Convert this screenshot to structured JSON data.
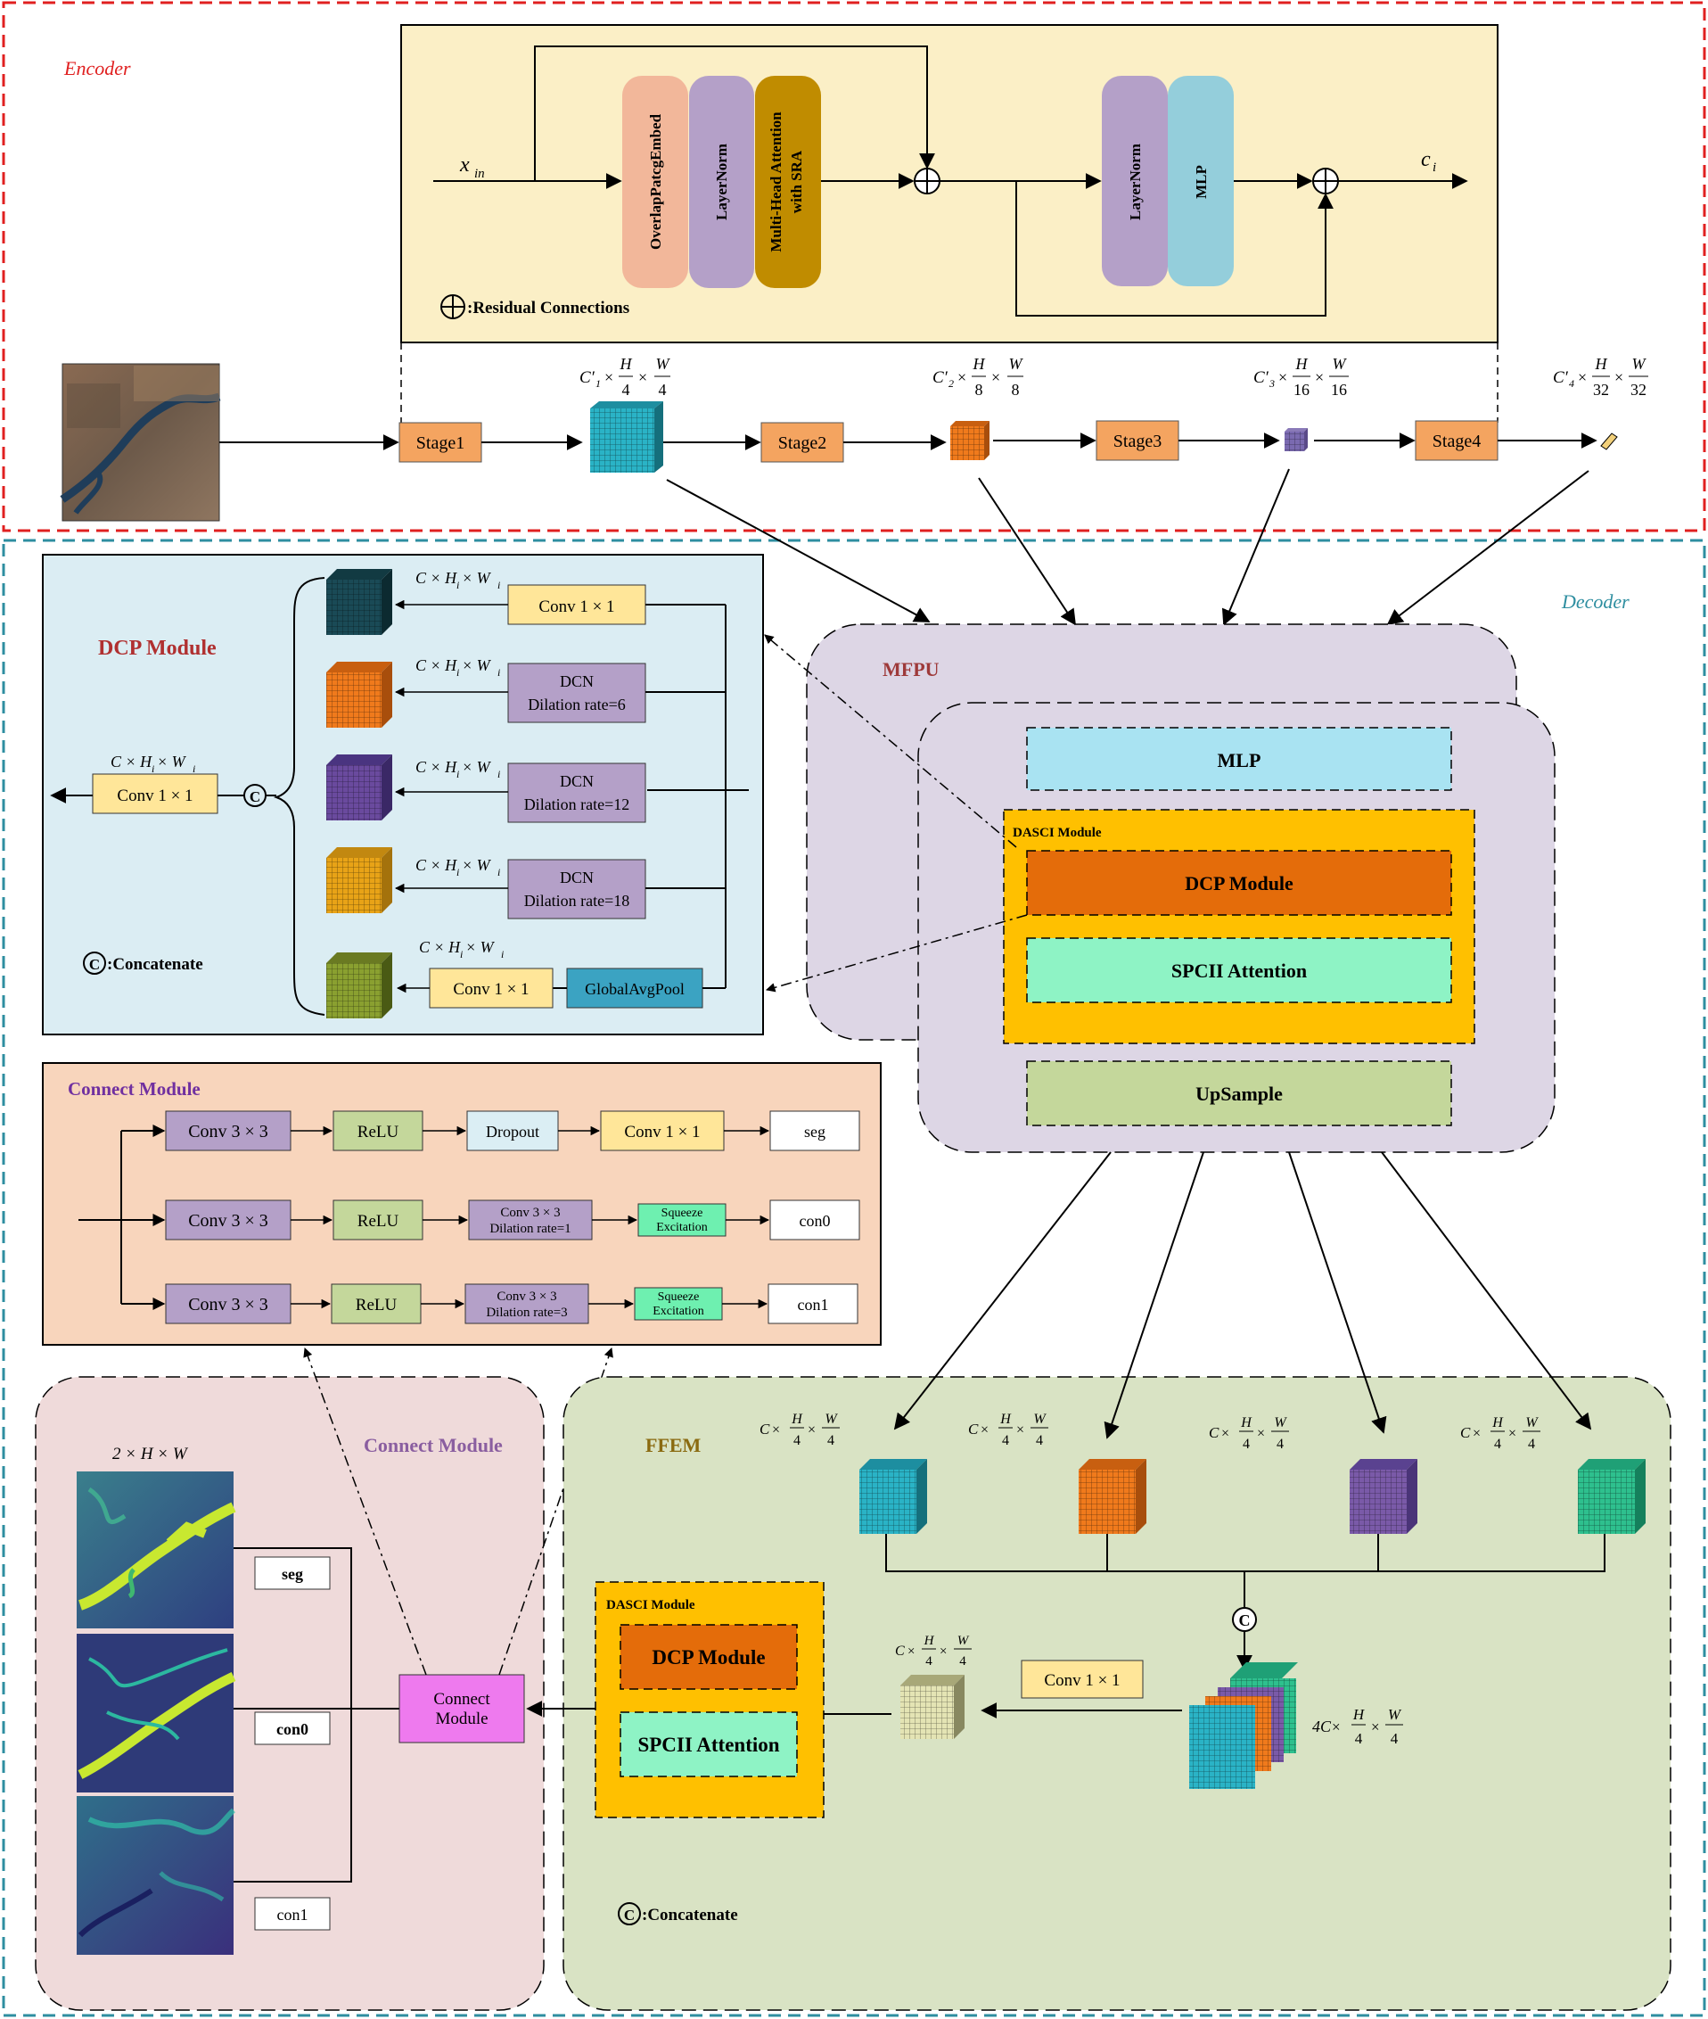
{
  "encoder": {
    "label": "Encoder",
    "x_in": "x",
    "x_in_sub": "in",
    "c_out": "c",
    "c_out_sub": "i",
    "blocks": {
      "overlap": "OverlapPatcgEmbed",
      "layernorm": "LayerNorm",
      "mha_line1": "Multi-Head Attention",
      "mha_line2": "with SRA",
      "layernorm2": "LayerNorm",
      "mlp": "MLP"
    },
    "residual_legend": ":Residual Connections",
    "stages": [
      "Stage1",
      "Stage2",
      "Stage3",
      "Stage4"
    ],
    "dims": [
      {
        "c": "C′",
        "sub": "1",
        "h": "H",
        "hd": "4",
        "w": "W",
        "wd": "4"
      },
      {
        "c": "C′",
        "sub": "2",
        "h": "H",
        "hd": "8",
        "w": "W",
        "wd": "8"
      },
      {
        "c": "C′",
        "sub": "3",
        "h": "H",
        "hd": "16",
        "w": "W",
        "wd": "16"
      },
      {
        "c": "C′",
        "sub": "4",
        "h": "H",
        "hd": "32",
        "w": "W",
        "wd": "32"
      }
    ]
  },
  "decoder": {
    "label": "Decoder"
  },
  "dcp": {
    "title": "DCP Module",
    "branches": [
      {
        "line1": "Conv  1 × 1",
        "line2": ""
      },
      {
        "line1": "DCN",
        "line2": "Dilation rate=6"
      },
      {
        "line1": "DCN",
        "line2": "Dilation rate=12"
      },
      {
        "line1": "DCN",
        "line2": "Dilation rate=18"
      },
      {
        "line1": "Conv  1 × 1",
        "line2": ""
      }
    ],
    "gap": "GlobalAvgPool",
    "out_conv": "Conv  1 × 1",
    "dim_c": "C × H",
    "dim_sub": "i",
    "dim_w": " × W",
    "concat_legend": ":Concatenate"
  },
  "mfpu": {
    "title": "MFPU",
    "mlp": "MLP",
    "dasci": "DASCI Module",
    "dcp": "DCP Module",
    "spcii": "SPCII Attention",
    "upsample": "UpSample"
  },
  "connect_detail": {
    "title": "Connect Module",
    "rows": [
      {
        "conv": "Conv 3 × 3",
        "relu": "ReLU",
        "mid1": "Dropout",
        "mid2": "",
        "last1": "Conv  1 × 1",
        "last2": "",
        "out": "seg"
      },
      {
        "conv": "Conv 3 × 3",
        "relu": "ReLU",
        "mid1": "Conv  3 × 3",
        "mid2": "Dilation rate=1",
        "last1": "Squeeze",
        "last2": "Excitation",
        "out": "con0"
      },
      {
        "conv": "Conv 3 × 3",
        "relu": "ReLU",
        "mid1": "Conv  3 × 3",
        "mid2": "Dilation rate=3",
        "last1": "Squeeze",
        "last2": "Excitation",
        "out": "con1"
      }
    ]
  },
  "connect_panel": {
    "title": "Connect Module",
    "dim": "2 × H × W",
    "outputs": [
      "seg",
      "con0",
      "con1"
    ],
    "block_line1": "Connect",
    "block_line2": "Module"
  },
  "ffem": {
    "title": "FFEM",
    "dim_c": "C",
    "dim_h": "H",
    "dim_w": "W",
    "dim_d": "4",
    "conv": "Conv  1 × 1",
    "concat_dim_c": "4C",
    "dasci": "DASCI Module",
    "dcp": "DCP Module",
    "spcii": "SPCII Attention",
    "concat_legend": ":Concatenate"
  },
  "colors": {
    "encoder_border": "#e02020",
    "decoder_border": "#2e8ea0",
    "block_fill": "#fbefc6",
    "stage": "#f4a460",
    "overlap": "#f2b79a",
    "layernorm": "#b4a0c8",
    "mha": "#c08c00",
    "mlp": "#94cedb",
    "dcp_panel": "#dbedf3",
    "mfpu_panel": "#ddd6e5",
    "connect_panel": "#f8d5bc",
    "pink_panel": "#efdada",
    "ffem_panel": "#d9e3c4",
    "dasci_orange": "#ffc000",
    "dcp_orange": "#e46c0a",
    "spcii_green": "#8ef3c5",
    "conv_yellow": "#ffe699",
    "dcn_purple": "#b4a0c8",
    "gap_teal": "#3ba3c2",
    "squeeze": "#6ef0b0",
    "relu": "#c4d79b",
    "dropout": "#dbeef4",
    "connect_pink": "#ee7aee",
    "cube_teal": "#2ab3c6",
    "cube_orange": "#f07a1c",
    "cube_purple": "#6a4a9e",
    "cube_yellow": "#e8a317",
    "cube_olive": "#9ab03a",
    "cube_green": "#2ec08e"
  }
}
